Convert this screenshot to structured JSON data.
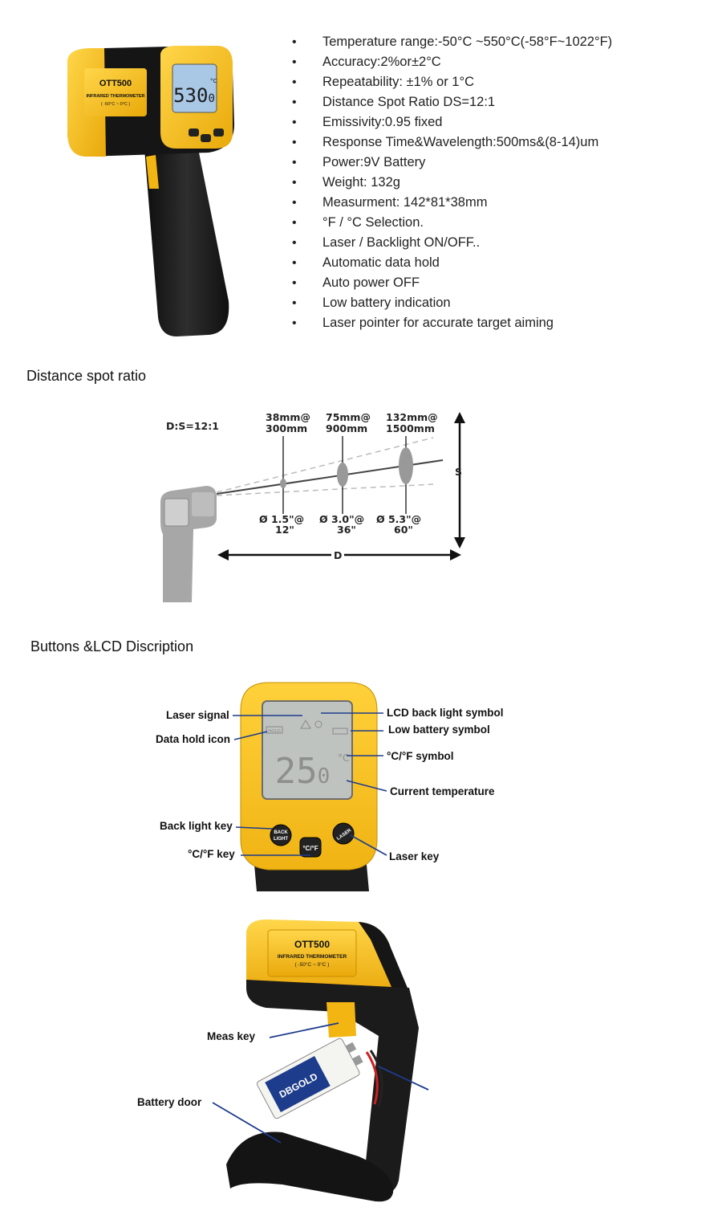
{
  "product": {
    "model": "OTT500",
    "subtitle": "INFRARED THERMOMETER",
    "range_note": "( -50°C ~   0°C )",
    "lcd_reading": "530",
    "lcd_decimal": "0",
    "lcd_unit": "°C"
  },
  "specs": [
    "Temperature range:-50°C ~550°C(-58°F~1022°F)",
    "Accuracy:2%or±2°C",
    "Repeatability: ±1% or 1°C",
    "Distance Spot Ratio DS=12:1",
    "Emissivity:0.95 fixed",
    "Response Time&Wavelength:500ms&(8-14)um",
    "Power:9V Battery",
    "Weight: 132g",
    "Measurment: 142*81*38mm",
    "°F / °C Selection.",
    "Laser / Backlight ON/OFF..",
    "Automatic data hold",
    "Auto power OFF",
    "Low battery indication",
    "Laser pointer for accurate target aiming"
  ],
  "distance_section": {
    "title": "Distance spot ratio",
    "ratio_label": "D:S=12:1",
    "spots": [
      {
        "metric_line1": "38mm@",
        "metric_line2": "300mm",
        "imperial_line1": "Ø 1.5\"@",
        "imperial_line2": "12\""
      },
      {
        "metric_line1": "75mm@",
        "metric_line2": "900mm",
        "imperial_line1": "Ø 3.0\"@",
        "imperial_line2": "36\""
      },
      {
        "metric_line1": "132mm@",
        "metric_line2": "1500mm",
        "imperial_line1": "Ø 5.3\"@",
        "imperial_line2": "60\""
      }
    ],
    "axis_s": "S",
    "axis_d": "D"
  },
  "buttons_section": {
    "title": "Buttons &LCD Discription",
    "lcd_reading": "25",
    "lcd_decimal": "0",
    "lcd_unit": "°C",
    "hold_text": "HOLD",
    "labels": {
      "laser_signal": "Laser signal",
      "data_hold_icon": "Data hold icon",
      "lcd_back_light_symbol": "LCD back light symbol",
      "low_battery_symbol": "Low battery symbol",
      "cf_symbol": "°C/°F symbol",
      "current_temperature": "Current temperature",
      "back_light_key": "Back light key",
      "cf_key": "°C/°F key",
      "laser_key": "Laser key"
    },
    "keys": {
      "back_line1": "BACK",
      "back_line2": "LIGHT",
      "cf": "°C/°F",
      "laser": "LASER"
    }
  },
  "battery_section": {
    "model": "OTT500",
    "subtitle": "INFRARED THERMOMETER",
    "range_note": "( -50°C ~   0°C )",
    "meas_key": "Meas key",
    "battery_door": "Battery door",
    "battery_brand": "DBGOLD"
  },
  "colors": {
    "yellow": "#F5C518",
    "body_black": "#1b1b1b",
    "lcd_blue": "#a9c8e6",
    "lcd_grey": "#bfc3c0",
    "annot_line": "#1e3c8c"
  }
}
